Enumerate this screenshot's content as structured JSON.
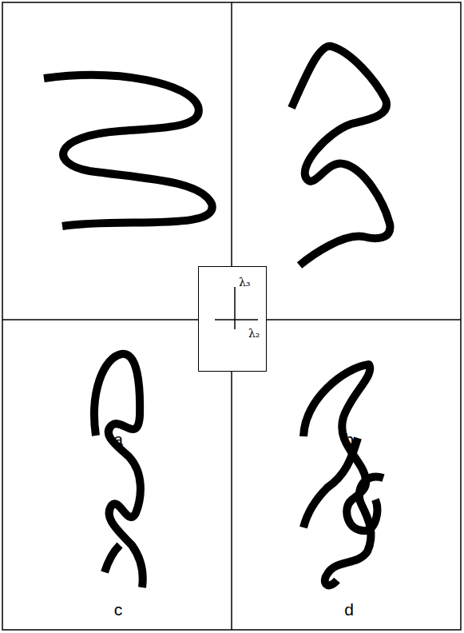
{
  "diagram": {
    "nodes": [
      {
        "text": [
          "λ₃",
          "λ₂"
        ]
      }
    ],
    "labels": [
      "a",
      "b",
      "c",
      "d"
    ]
  }
}
